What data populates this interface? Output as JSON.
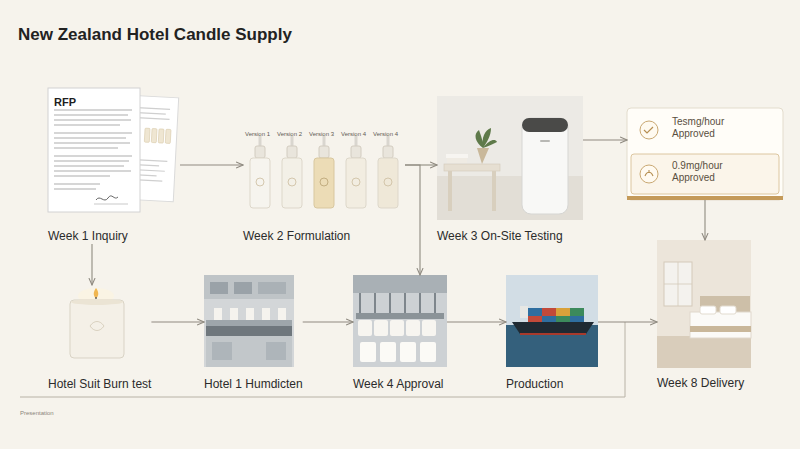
{
  "diagram": {
    "title": "New Zealand Hotel Candle Supply",
    "nodes": [
      {
        "text": [
          "RFP",
          "Week 1 Inquiry"
        ]
      },
      {
        "text": [
          "Version 1",
          "Version 2",
          "Version 3",
          "Version 4",
          "Version 4",
          "Week 2 Formulation"
        ]
      },
      {
        "text": [
          "Week 3 On-Site Testing"
        ]
      },
      {
        "text": [
          "Tesmg/hour Approved",
          "0.9mg/hour Approved"
        ]
      },
      {
        "text": [
          "Hotel Suit Burn test"
        ]
      },
      {
        "text": [
          "Hotel 1 Humdicten"
        ]
      },
      {
        "text": [
          "Week 4 Approval"
        ]
      },
      {
        "text": [
          "Production"
        ]
      },
      {
        "text": [
          "Week 8 Delivery"
        ]
      }
    ],
    "edges": [
      {
        "from": 0,
        "to": 1,
        "arrow": "to"
      },
      {
        "from": 1,
        "to": 2,
        "arrow": "to"
      },
      {
        "from": 2,
        "to": 3,
        "arrow": "to"
      },
      {
        "from": 3,
        "to": 8,
        "arrow": "to"
      },
      {
        "from": 0,
        "to": 4,
        "arrow": "to"
      },
      {
        "from": 4,
        "to": 5,
        "arrow": "to"
      },
      {
        "from": 5,
        "to": 6,
        "arrow": "to"
      },
      {
        "from": 6,
        "to": 7,
        "arrow": "to"
      },
      {
        "from": 7,
        "to": 8,
        "arrow": "to"
      },
      {
        "from": 1,
        "to": 6,
        "arrow": "to"
      }
    ],
    "labels": [
      "Presentation"
    ]
  }
}
